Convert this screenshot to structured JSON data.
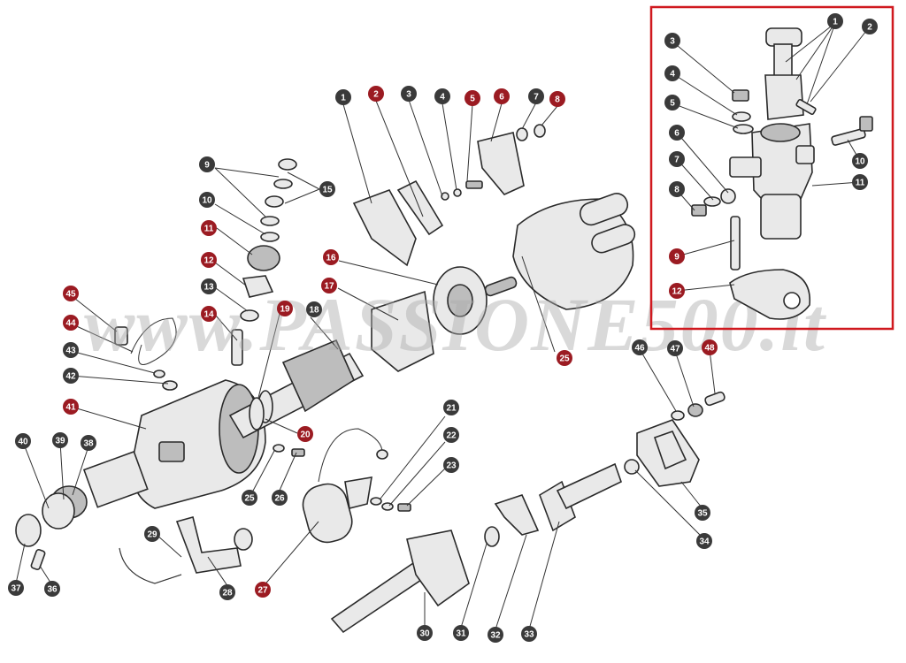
{
  "watermark": "www.PASSIONE500.it",
  "colors": {
    "badge_dark": "#3a3a3a",
    "badge_red": "#9b1b22",
    "inset_border": "#d0191f"
  },
  "main_callouts": [
    {
      "label": "1",
      "color": "dark"
    },
    {
      "label": "2",
      "color": "red"
    },
    {
      "label": "3",
      "color": "dark"
    },
    {
      "label": "4",
      "color": "dark"
    },
    {
      "label": "5",
      "color": "red"
    },
    {
      "label": "6",
      "color": "red"
    },
    {
      "label": "7",
      "color": "dark"
    },
    {
      "label": "8",
      "color": "red"
    },
    {
      "label": "9",
      "color": "dark"
    },
    {
      "label": "10",
      "color": "dark"
    },
    {
      "label": "11",
      "color": "red"
    },
    {
      "label": "12",
      "color": "red"
    },
    {
      "label": "13",
      "color": "dark"
    },
    {
      "label": "14",
      "color": "red"
    },
    {
      "label": "15",
      "color": "dark"
    },
    {
      "label": "16",
      "color": "red"
    },
    {
      "label": "17",
      "color": "red"
    },
    {
      "label": "18",
      "color": "dark"
    },
    {
      "label": "19",
      "color": "red"
    },
    {
      "label": "20",
      "color": "red"
    },
    {
      "label": "21",
      "color": "dark"
    },
    {
      "label": "22",
      "color": "dark"
    },
    {
      "label": "23",
      "color": "dark"
    },
    {
      "label": "25",
      "color": "red"
    },
    {
      "label": "25",
      "color": "dark"
    },
    {
      "label": "26",
      "color": "dark"
    },
    {
      "label": "27",
      "color": "red"
    },
    {
      "label": "28",
      "color": "dark"
    },
    {
      "label": "29",
      "color": "dark"
    },
    {
      "label": "30",
      "color": "dark"
    },
    {
      "label": "31",
      "color": "dark"
    },
    {
      "label": "32",
      "color": "dark"
    },
    {
      "label": "33",
      "color": "dark"
    },
    {
      "label": "34",
      "color": "dark"
    },
    {
      "label": "35",
      "color": "dark"
    },
    {
      "label": "36",
      "color": "dark"
    },
    {
      "label": "37",
      "color": "dark"
    },
    {
      "label": "38",
      "color": "dark"
    },
    {
      "label": "39",
      "color": "dark"
    },
    {
      "label": "40",
      "color": "dark"
    },
    {
      "label": "41",
      "color": "red"
    },
    {
      "label": "42",
      "color": "dark"
    },
    {
      "label": "43",
      "color": "dark"
    },
    {
      "label": "44",
      "color": "red"
    },
    {
      "label": "45",
      "color": "red"
    },
    {
      "label": "46",
      "color": "dark"
    },
    {
      "label": "47",
      "color": "dark"
    },
    {
      "label": "48",
      "color": "red"
    }
  ],
  "inset_callouts": [
    {
      "label": "1",
      "color": "dark"
    },
    {
      "label": "2",
      "color": "dark"
    },
    {
      "label": "3",
      "color": "dark"
    },
    {
      "label": "4",
      "color": "dark"
    },
    {
      "label": "5",
      "color": "dark"
    },
    {
      "label": "6",
      "color": "dark"
    },
    {
      "label": "7",
      "color": "dark"
    },
    {
      "label": "8",
      "color": "dark"
    },
    {
      "label": "9",
      "color": "red"
    },
    {
      "label": "10",
      "color": "dark"
    },
    {
      "label": "11",
      "color": "dark"
    },
    {
      "label": "12",
      "color": "red"
    }
  ]
}
